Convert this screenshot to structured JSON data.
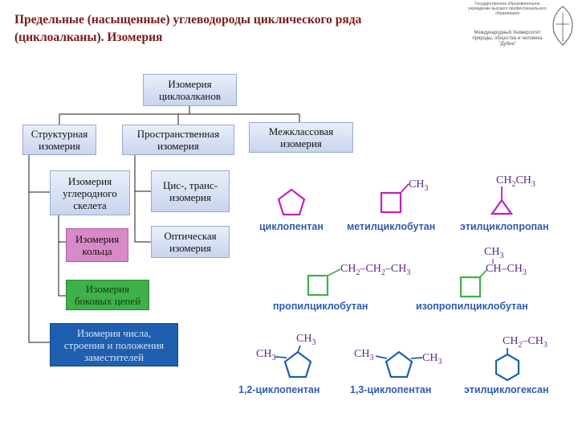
{
  "header": {
    "title_line1": "Предельные (насыщенные) углеводороды циклического ряда",
    "title_line2": "(циклоалканы). Изомерия",
    "logo_line1": "Государственное образовательное учреждение высшего профессионального образования",
    "logo_line2": "Международный Университет природы, общества и человека \"Дубна\""
  },
  "tree": {
    "root": {
      "line1": "Изомерия",
      "line2": "циклоалканов"
    },
    "structural": {
      "line1": "Структурная",
      "line2": "изомерия"
    },
    "spatial": {
      "line1": "Пространственная",
      "line2": "изомерия"
    },
    "interclass": {
      "line1": "Межклассовая",
      "line2": "изомерия"
    },
    "skeleton": {
      "line1": "Изомерия",
      "line2": "углеродного",
      "line3": "скелета"
    },
    "ring": {
      "line1": "Изомерия",
      "line2": "кольца"
    },
    "side_chains": {
      "line1": "Изомерия",
      "line2": "боковых цепей"
    },
    "substituents": {
      "line1": "Изомерия числа,",
      "line2": "строения и положения",
      "line3": "заместителей"
    },
    "cis_trans": {
      "line1": "Цис-, транс-",
      "line2": "изомерия"
    },
    "optical": {
      "line1": "Оптическая",
      "line2": "изомерия"
    }
  },
  "structures": {
    "ch3": "CH",
    "ch2": "CH",
    "sub3": "3",
    "sub2": "2",
    "dash": "–",
    "cyclopentane": "циклопентан",
    "methylcyclobutane": "метилциклобутан",
    "ethylcyclopropane": "этилциклопропан",
    "propylcyclobutane": "пропилциклобутан",
    "isopropylcyclobutane": "изопропилциклобутан",
    "dimethylcyclopentane_12": "1,2-циклопентан",
    "dimethylcyclopentane_13": "1,3-циклопентан",
    "ethylcyclohexane": "этилциклогексан"
  },
  "colors": {
    "title": "#7a1a1a",
    "box_blue": "#c9d5ee",
    "box_magenta": "#d88ac8",
    "box_green": "#3fb04a",
    "box_dark_blue": "#1e5fb0",
    "formula": "#5a2a8a",
    "caption": "#2f5bb0",
    "highlighted_ring": "#c020c0"
  }
}
